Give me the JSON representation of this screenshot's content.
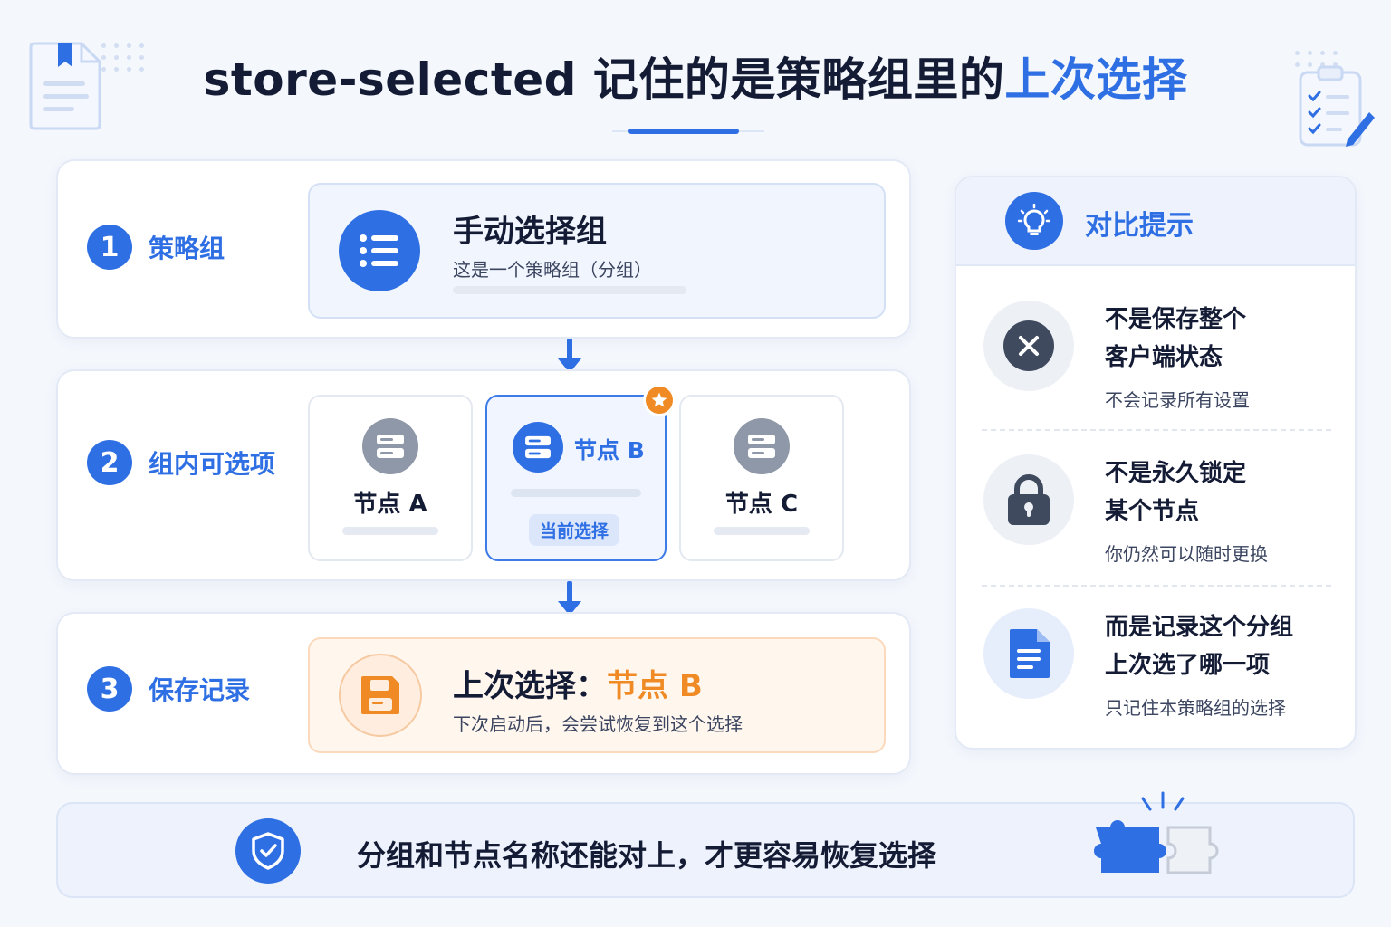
{
  "header": {
    "title_main": "store-selected 记住的是策略组里的",
    "title_highlight": "上次选择"
  },
  "steps": [
    {
      "number": "1",
      "label": "策略组",
      "card_title": "手动选择组",
      "card_desc": "这是一个策略组（分组）",
      "icon": "list-icon"
    },
    {
      "number": "2",
      "label": "组内可选项",
      "nodes": [
        {
          "label": "节点 A",
          "icon": "server-icon",
          "selected": false
        },
        {
          "label": "节点 B",
          "icon": "server-icon",
          "selected": true,
          "badge": "当前选择"
        },
        {
          "label": "节点 C",
          "icon": "server-icon",
          "selected": false
        }
      ]
    },
    {
      "number": "3",
      "label": "保存记录",
      "card_title_prefix": "上次选择：",
      "card_title_value": "节点 B",
      "card_desc": "下次启动后，会尝试恢复到这个选择",
      "icon": "save-icon"
    }
  ],
  "panel": {
    "title": "对比提示",
    "icon": "lightbulb-icon",
    "tips": [
      {
        "line1": "不是保存整个",
        "line2": "客户端状态",
        "sub": "不会记录所有设置",
        "icon": "close-icon"
      },
      {
        "line1": "不是永久锁定",
        "line2": "某个节点",
        "sub": "你仍然可以随时更换",
        "icon": "lock-icon"
      },
      {
        "line1": "而是记录这个分组",
        "line2": "上次选了哪一项",
        "sub": "只记住本策略组的选择",
        "icon": "document-icon"
      }
    ]
  },
  "banner": {
    "text": "分组和节点名称还能对上，才更容易恢复选择",
    "icon": "shield-check-icon",
    "decor_icon": "puzzle-icon"
  },
  "colors": {
    "accent": "#2f6fe4",
    "orange": "#f08a24",
    "grey_icon": "#8e98a8",
    "text": "#141b34"
  }
}
